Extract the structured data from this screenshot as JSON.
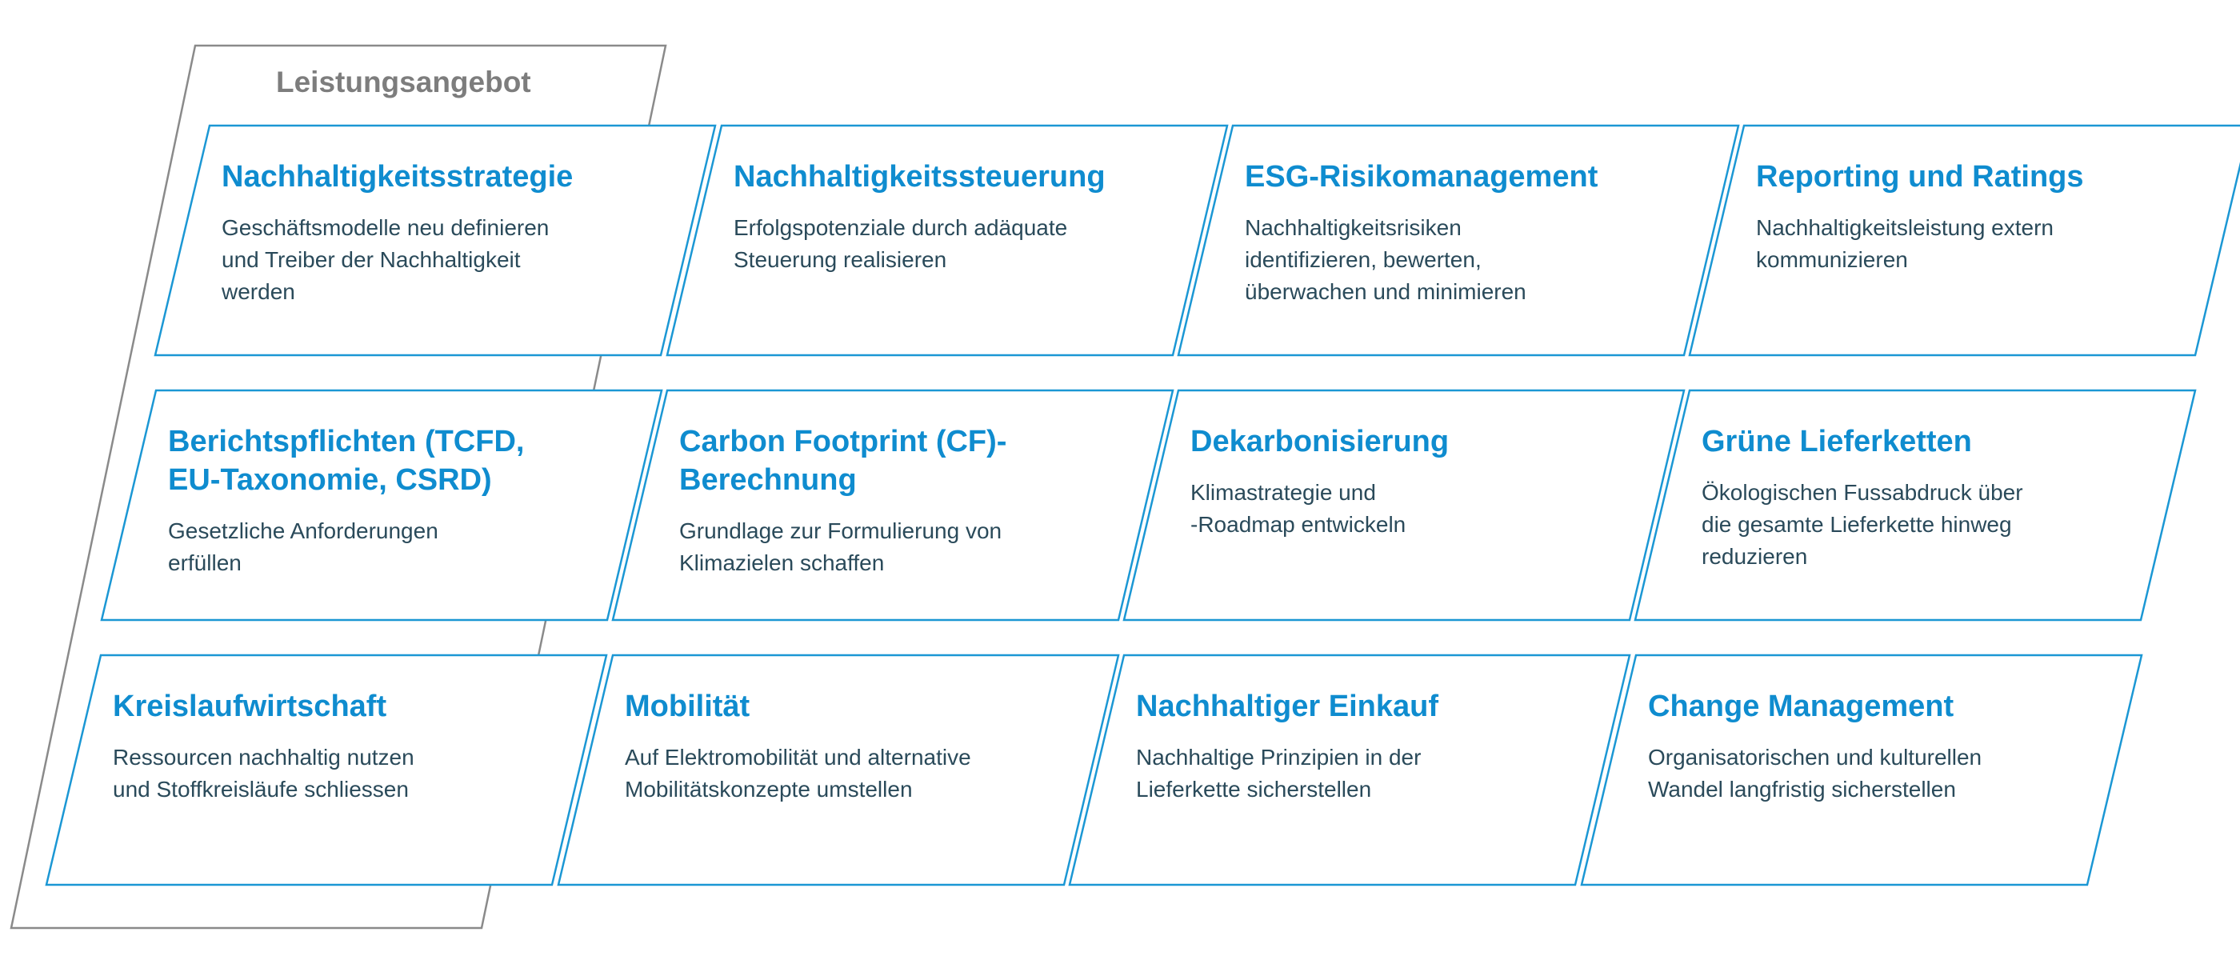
{
  "group_title": "Leistungsangebot",
  "colors": {
    "accent": "#1b97d4",
    "frame": "#8a8a8a",
    "title": "#0f8ccf",
    "text": "#2a4a5a"
  },
  "cards": [
    {
      "title": [
        "Nachhaltigkeitsstrategie"
      ],
      "desc": [
        "Geschäftsmodelle neu definieren",
        "und Treiber der Nachhaltigkeit",
        "werden"
      ]
    },
    {
      "title": [
        "Nachhaltigkeitssteuerung"
      ],
      "desc": [
        "Erfolgspotenziale durch adäquate",
        "Steuerung realisieren"
      ]
    },
    {
      "title": [
        "ESG-Risikomanagement"
      ],
      "desc": [
        "Nachhaltigkeitsrisiken",
        "identifizieren, bewerten,",
        "überwachen und minimieren"
      ]
    },
    {
      "title": [
        "Reporting und Ratings"
      ],
      "desc": [
        "Nachhaltigkeitsleistung extern",
        "kommunizieren"
      ]
    },
    {
      "title": [
        "Berichtspflichten (TCFD,",
        "EU-Taxonomie, CSRD)"
      ],
      "desc": [
        "Gesetzliche Anforderungen",
        "erfüllen"
      ]
    },
    {
      "title": [
        "Carbon Footprint (CF)-",
        "Berechnung"
      ],
      "desc": [
        "Grundlage zur Formulierung von",
        "Klimazielen schaffen"
      ]
    },
    {
      "title": [
        "Dekarbonisierung"
      ],
      "desc": [
        "Klimastrategie und",
        "-Roadmap entwickeln"
      ]
    },
    {
      "title": [
        "Grüne Lieferketten"
      ],
      "desc": [
        "Ökologischen Fussabdruck über",
        "die gesamte Lieferkette hinweg",
        "reduzieren"
      ]
    },
    {
      "title": [
        "Kreislaufwirtschaft"
      ],
      "desc": [
        "Ressourcen nachhaltig nutzen",
        "und Stoffkreisläufe schliessen"
      ]
    },
    {
      "title": [
        "Mobilität"
      ],
      "desc": [
        "Auf Elektromobilität und alternative",
        "Mobilitätskonzepte umstellen"
      ]
    },
    {
      "title": [
        "Nachhaltiger Einkauf"
      ],
      "desc": [
        "Nachhaltige Prinzipien in der",
        "Lieferkette sicherstellen"
      ]
    },
    {
      "title": [
        "Change Management"
      ],
      "desc": [
        "Organisatorischen und kulturellen",
        "Wandel langfristig sicherstellen"
      ]
    }
  ]
}
